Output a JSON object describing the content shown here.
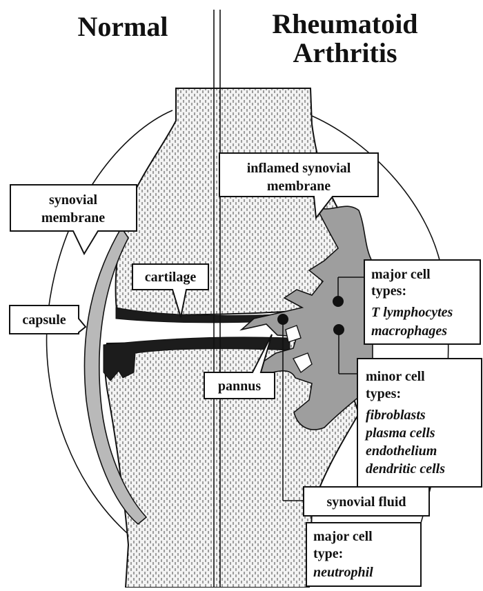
{
  "titles": {
    "normal": "Normal",
    "ra_line1": "Rheumatoid",
    "ra_line2": "Arthritis"
  },
  "labels": {
    "inflamed_line1": "inflamed synovial",
    "inflamed_line2": "membrane",
    "synovial_line1": "synovial",
    "synovial_line2": "membrane",
    "cartilage": "cartilage",
    "capsule": "capsule",
    "pannus": "pannus",
    "synovial_fluid": "synovial fluid"
  },
  "major_cells": {
    "line1": "major cell",
    "line2": "types:",
    "items": [
      "T lymphocytes",
      "macrophages"
    ]
  },
  "minor_cells": {
    "line1": "minor cell",
    "line2": "types:",
    "items": [
      "fibroblasts",
      "plasma cells",
      "endothelium",
      "dendritic cells"
    ]
  },
  "fluid_cells": {
    "line1": "major cell",
    "line2": "type:",
    "items": [
      "neutrophil"
    ]
  },
  "colors": {
    "synovium": "#b9b9b9",
    "pannus": "#9e9e9e",
    "cartilage": "#1c1c1c",
    "outline": "#111111"
  }
}
